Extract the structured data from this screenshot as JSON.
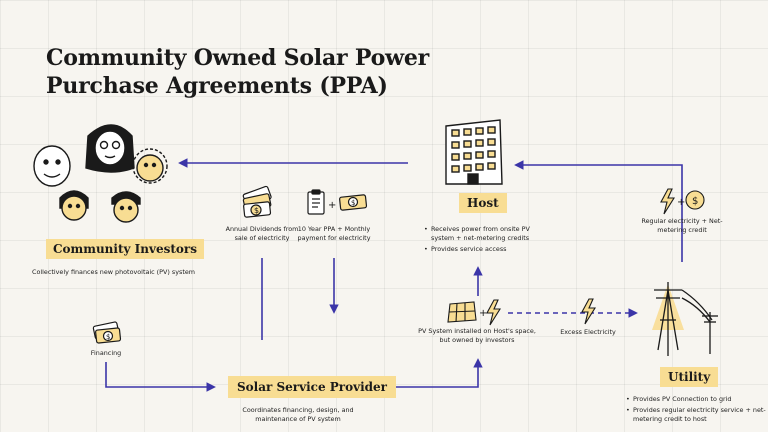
{
  "title": "Community Owned Solar Power Purchase Agreements (PPA)",
  "colors": {
    "arrow": "#3b35a8",
    "highlight": "#f8dd93",
    "dollar_fill": "#f8dd93",
    "background": "#f7f5f0"
  },
  "nodes": {
    "investors": {
      "label": "Community Investors",
      "desc": "Collectively finances new photovoltaic (PV) system"
    },
    "host": {
      "label": "Host",
      "bullets": [
        "Receives power from onsite PV system + net-metering credits",
        "Provides service access"
      ]
    },
    "provider": {
      "label": "Solar Service Provider",
      "desc": "Coordinates financing, design, and maintenance of PV system"
    },
    "utility": {
      "label": "Utility",
      "bullets": [
        "Provides PV Connection to grid",
        "Provides regular electricity service + net-metering credit to host"
      ]
    }
  },
  "flows": {
    "dividends": "Annual Dividends from sale of electricity",
    "ppa": "10 Year PPA + Monthly payment for electricity",
    "financing": "Financing",
    "pv_system": "PV System installed on Host's space, but owned by investors",
    "excess": "Excess Electricity",
    "regular": "Regular electricity + Net-metering credit"
  },
  "icons": {
    "people": "community-people-icon",
    "money": "money-stack-icon",
    "document": "contract-document-icon",
    "building": "host-building-icon",
    "solar_panel": "solar-panel-icon",
    "lightning": "lightning-bolt-icon",
    "dollar": "dollar-coin-icon",
    "power_pole": "utility-power-pole-icon"
  }
}
